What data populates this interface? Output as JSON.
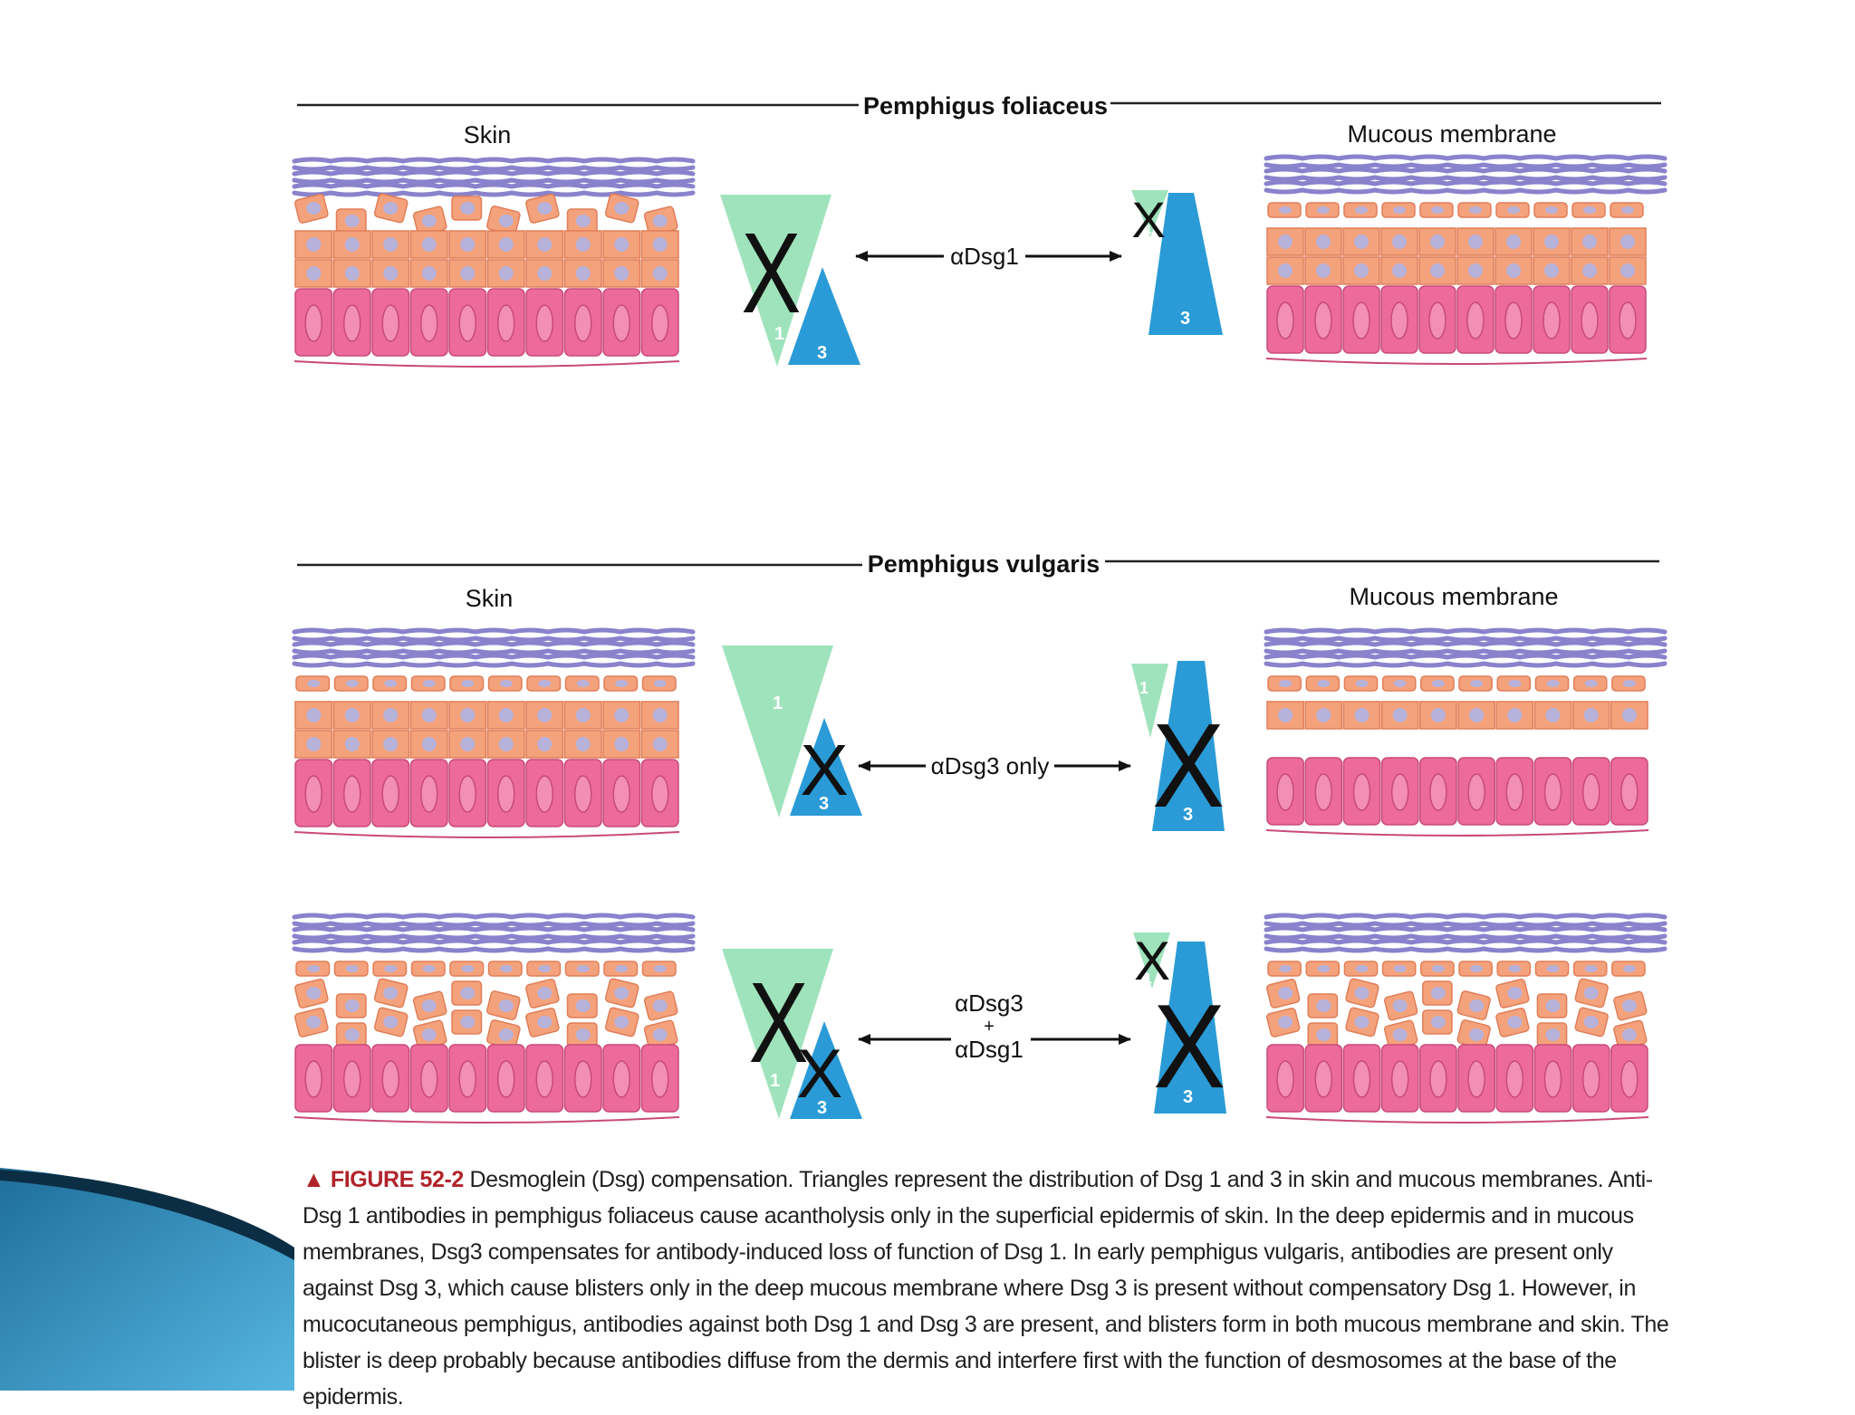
{
  "panels": {
    "foliaceus": {
      "title": "Pemphigus foliaceus",
      "skin_label": "Skin",
      "mucous_label": "Mucous membrane",
      "arrow_label": "αDsg1"
    },
    "vulgaris": {
      "title": "Pemphigus vulgaris",
      "skin_label": "Skin",
      "mucous_label": "Mucous membrane",
      "arrow_label_early": "αDsg3 only",
      "arrow_label_late_line1": "αDsg3",
      "arrow_label_late_plus": "+",
      "arrow_label_late_line2": "αDsg1"
    }
  },
  "triangle_labels": {
    "dsg1": "1",
    "dsg3": "3"
  },
  "x_mark": "X",
  "caption": {
    "triangle": "▲",
    "label": "FIGURE 52-2",
    "text": "Desmoglein (Dsg) compensation. Triangles represent the distribution of Dsg 1 and 3 in skin and mucous membranes. Anti-Dsg 1 antibodies in pemphigus foliaceus cause acantholysis only in the superficial epidermis of skin. In the deep epidermis and in mucous membranes, Dsg3 compensates for antibody-induced loss of function of Dsg 1. In early pemphigus vulgaris, antibodies are present only against Dsg 3, which cause blisters only in the deep mucous membrane where Dsg 3 is present without compensatory Dsg 1. However, in mucocutaneous pemphigus, antibodies against both Dsg 1 and Dsg 3 are present, and blisters form in both mucous membrane and skin. The blister is deep probably because antibodies diffuse from the dermis and interfere first with the function of desmosomes at the base of the epidermis."
  },
  "colors": {
    "dsg1": "#9fe3bc",
    "dsg3": "#2a9bd6",
    "basal": "#ec6b9a",
    "spinous": "#f4a27c",
    "corneum": "#8a82cc",
    "nucleus": "#b7b2da",
    "caption_label": "#b0242a"
  }
}
